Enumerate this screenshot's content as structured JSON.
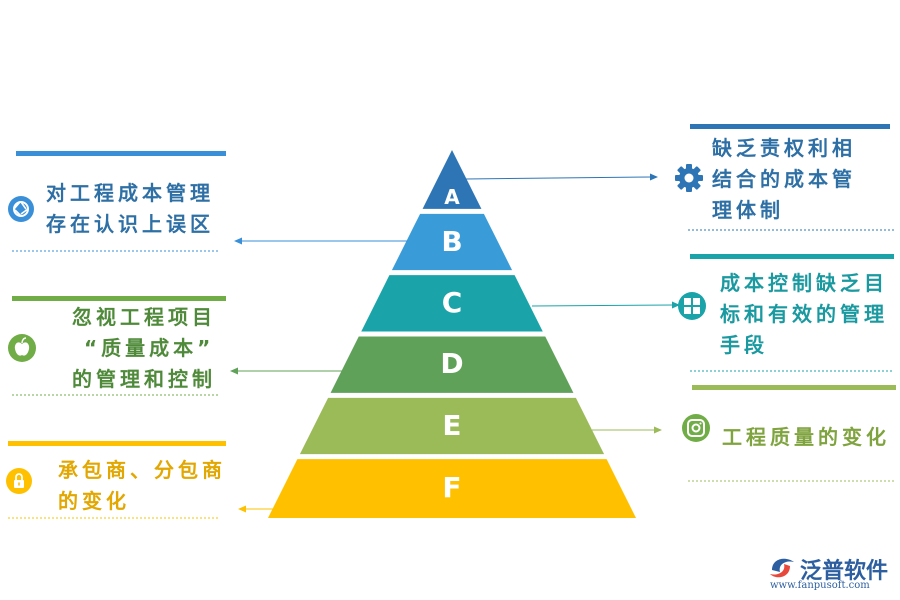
{
  "pyramid": {
    "levels": [
      {
        "letter": "A",
        "color": "#2e75b6"
      },
      {
        "letter": "B",
        "color": "#3a9bd9"
      },
      {
        "letter": "C",
        "color": "#1aa3a8"
      },
      {
        "letter": "D",
        "color": "#60a15a"
      },
      {
        "letter": "E",
        "color": "#9bbb59"
      },
      {
        "letter": "F",
        "color": "#ffc000"
      }
    ]
  },
  "left_items": [
    {
      "icon": "aperture-icon",
      "color": "#3a8fd9",
      "lines": [
        "对工程成本管理",
        "存在认识上误区"
      ]
    },
    {
      "icon": "apple-icon",
      "color": "#70ad47",
      "lines": [
        "忽视工程项目",
        "“质量成本”",
        "的管理和控制"
      ]
    },
    {
      "icon": "lock-icon",
      "color": "#ffc000",
      "lines": [
        "承包商、分包商",
        "的变化"
      ]
    }
  ],
  "right_items": [
    {
      "icon": "gear-icon",
      "color": "#2e75b6",
      "lines": [
        "缺乏责权利相",
        "结合的成本管",
        "理体制"
      ]
    },
    {
      "icon": "windows-icon",
      "color": "#1aa3a8",
      "lines": [
        "成本控制缺乏目",
        "标和有效的管理",
        "手段"
      ]
    },
    {
      "icon": "instagram-icon",
      "color": "#70ad47",
      "lines": [
        "工程质量的变化"
      ]
    }
  ],
  "logo": {
    "name": "泛普软件",
    "url": "www.fanpusoft.com"
  }
}
